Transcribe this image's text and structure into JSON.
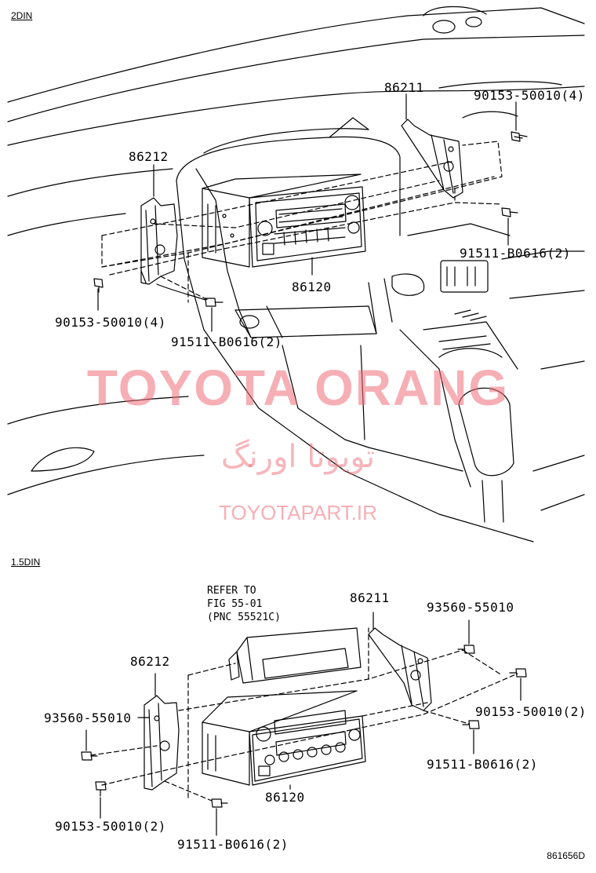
{
  "sections": {
    "top": "2DIN",
    "bottom": "1.5DIN"
  },
  "top_labels": {
    "p86211": "86211",
    "p90153_right": "90153-50010(4)",
    "p86212": "86212",
    "p91511_right": "91511-B0616(2)",
    "p86120": "86120",
    "p90153_left": "90153-50010(4)",
    "p91511_left": "91511-B0616(2)"
  },
  "bottom_labels": {
    "refer_note": "REFER TO\nFIG 55-01\n(PNC 55521C)",
    "p86211": "86211",
    "p93560_right": "93560-55010",
    "p86212": "86212",
    "p93560_left": "93560-55010",
    "p90153_right": "90153-50010(2)",
    "p91511_right": "91511-B0616(2)",
    "p86120": "86120",
    "p90153_left": "90153-50010(2)",
    "p91511_left": "91511-B0616(2)"
  },
  "watermark": {
    "brand": "TOYOTA ORANG",
    "farsi": "تویوتا اورنگ",
    "site": "TOYOTAPART.IR"
  },
  "figure_ref": "861656D"
}
